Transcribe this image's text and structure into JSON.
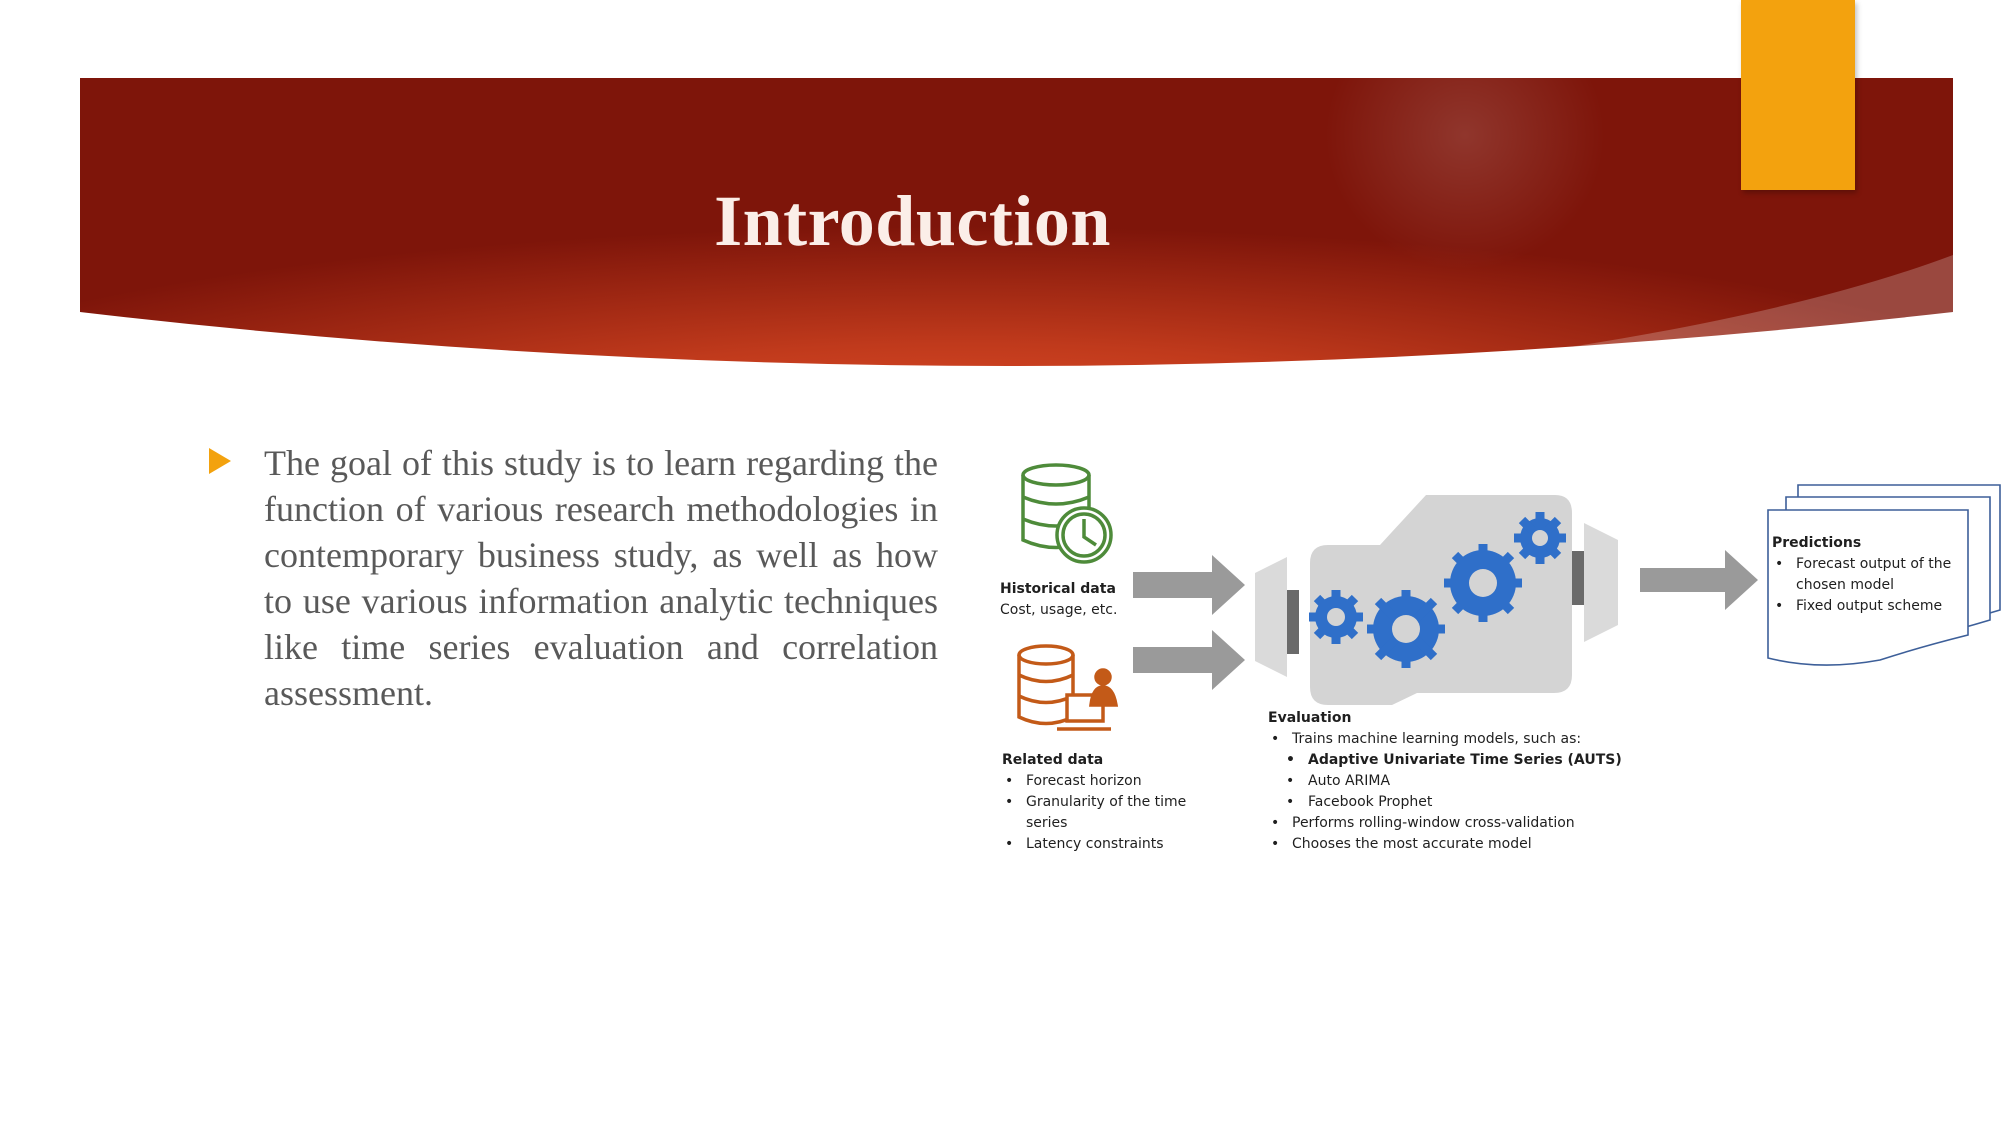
{
  "slide": {
    "title": "Introduction",
    "body": "The goal of this study is to learn regarding the function of various research methodologies in contemporary business study, as well as how to use various information analytic techniques like time series evaluation and correlation assessment."
  },
  "colors": {
    "banner_dark": "#7e150a",
    "banner_mid": "#c03a1c",
    "banner_light": "#e5502a",
    "accent_orange": "#f3a20e",
    "gear_blue": "#2f6fc9",
    "arrow_gray": "#9a9a9a",
    "db_green": "#4e8b3a",
    "db_orange": "#c35a18"
  },
  "diagram": {
    "historical": {
      "title": "Historical data",
      "subtitle": "Cost, usage, etc.",
      "icon": "database-clock-icon"
    },
    "related": {
      "title": "Related data",
      "items": [
        "Forecast horizon",
        "Granularity of the time series",
        "Latency constraints"
      ],
      "icon": "database-user-icon"
    },
    "evaluation": {
      "title": "Evaluation",
      "items": [
        "Trains machine learning models, such as:",
        "Performs rolling-window cross-validation",
        "Chooses the most accurate model"
      ],
      "models": [
        "Adaptive Univariate Time Series (AUTS)",
        "Auto ARIMA",
        "Facebook Prophet"
      ],
      "icon": "gears-engine-icon"
    },
    "predictions": {
      "title": "Predictions",
      "items": [
        "Forecast output of the chosen model",
        "Fixed output scheme"
      ],
      "icon": "stacked-documents-icon"
    }
  }
}
